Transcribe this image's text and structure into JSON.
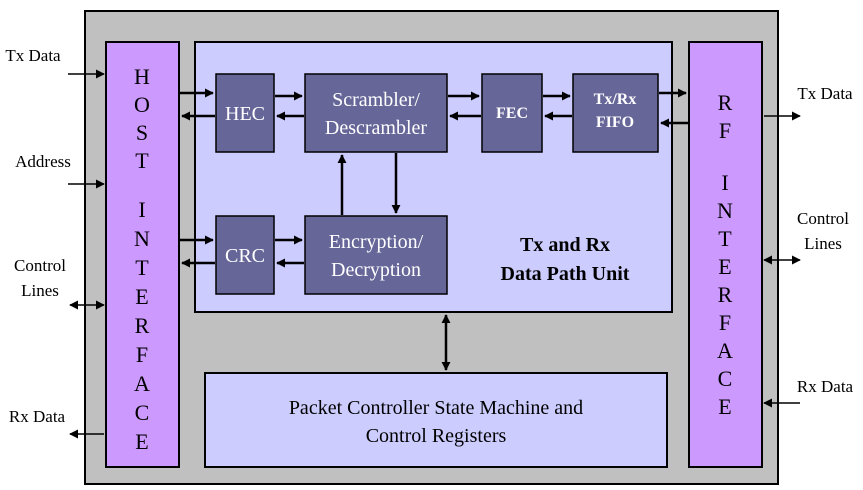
{
  "diagram": {
    "host_interface": {
      "label_letters": [
        "H",
        "O",
        "S",
        "T",
        "",
        "I",
        "N",
        "T",
        "E",
        "R",
        "F",
        "A",
        "C",
        "E"
      ]
    },
    "rf_interface": {
      "label_letters": [
        "R",
        "F",
        "",
        "I",
        "N",
        "T",
        "E",
        "R",
        "F",
        "A",
        "C",
        "E"
      ]
    },
    "blocks": {
      "hec": "HEC",
      "scrambler_line1": "Scrambler/",
      "scrambler_line2": "Descrambler",
      "fec": "FEC",
      "fifo_line1": "Tx/Rx",
      "fifo_line2": "FIFO",
      "crc": "CRC",
      "encryption_line1": "Encryption/",
      "encryption_line2": "Decryption"
    },
    "data_path_unit": {
      "line1": "Tx and Rx",
      "line2": "Data Path Unit"
    },
    "packet_controller": {
      "line1": "Packet Controller State Machine and",
      "line2": "Control Registers"
    },
    "signals_left": {
      "tx_data": "Tx Data",
      "address": "Address",
      "control_lines_1": "Control",
      "control_lines_2": "Lines",
      "rx_data": "Rx Data"
    },
    "signals_right": {
      "tx_data": "Tx Data",
      "control_lines_1": "Control",
      "control_lines_2": "Lines",
      "rx_data": "Rx Data"
    },
    "colors": {
      "outer_box": "#c0c0c0",
      "interface_bar": "#cc99ff",
      "data_path_bg": "#ccccff",
      "block_fill": "#666699",
      "controller_bg": "#ccccff"
    }
  }
}
